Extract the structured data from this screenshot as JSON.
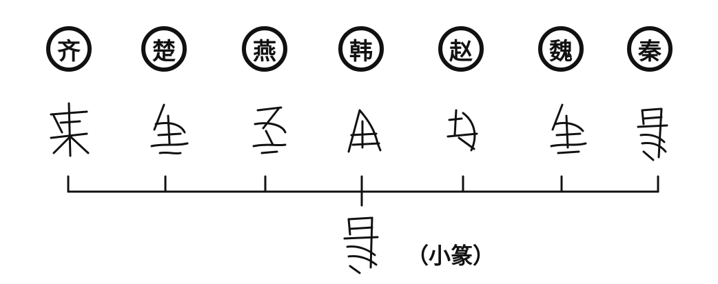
{
  "states": [
    {
      "name": "齐",
      "glyph_icon": "qi-state-ma-glyph"
    },
    {
      "name": "楚",
      "glyph_icon": "chu-state-ma-glyph"
    },
    {
      "name": "燕",
      "glyph_icon": "yan-state-ma-glyph"
    },
    {
      "name": "韩",
      "glyph_icon": "han-state-ma-glyph"
    },
    {
      "name": "赵",
      "glyph_icon": "zhao-state-ma-glyph"
    },
    {
      "name": "魏",
      "glyph_icon": "wei-state-ma-glyph"
    },
    {
      "name": "秦",
      "glyph_icon": "qin-state-ma-glyph"
    }
  ],
  "unified": {
    "glyph_icon": "xiaozhuan-ma-glyph",
    "note": "（小篆）"
  },
  "colors": {
    "ink": "#111111",
    "background": "#ffffff"
  }
}
